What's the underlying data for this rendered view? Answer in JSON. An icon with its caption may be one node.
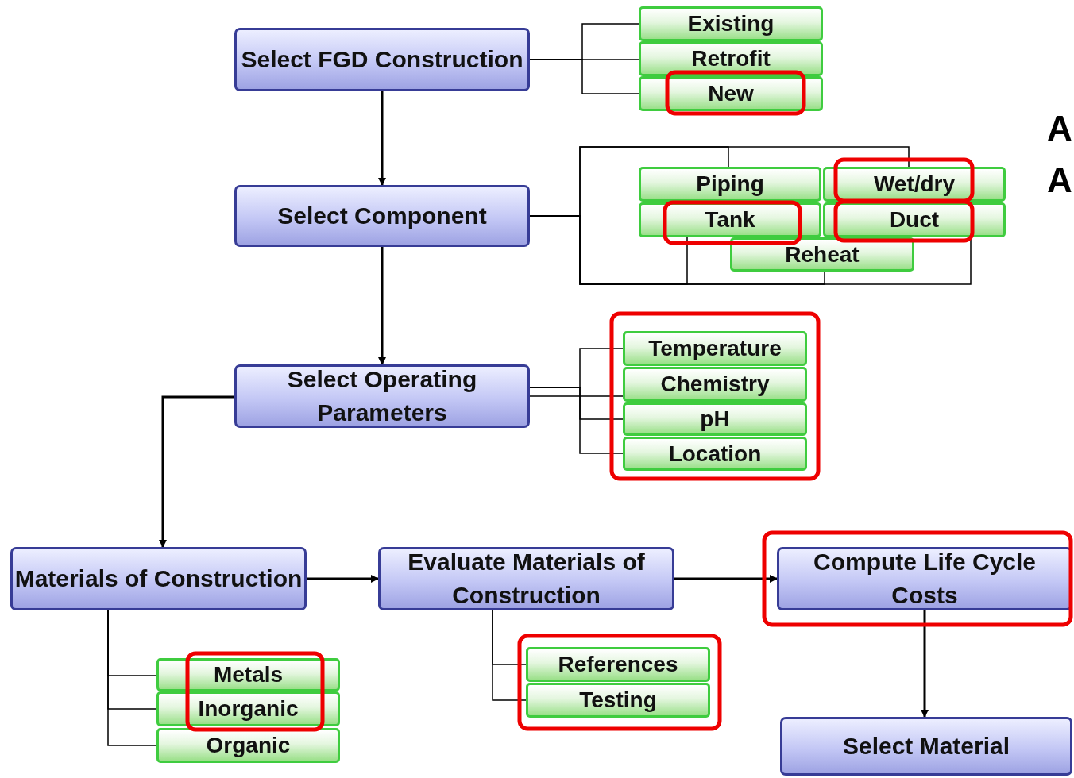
{
  "diagram": {
    "nodes": [
      {
        "text": [
          "Select FGD Construction"
        ]
      },
      {
        "text": [
          "Existing"
        ]
      },
      {
        "text": [
          "Retrofit"
        ]
      },
      {
        "text": [
          "New"
        ]
      },
      {
        "text": [
          "Select Component"
        ]
      },
      {
        "text": [
          "Piping"
        ]
      },
      {
        "text": [
          "Wet/dry"
        ]
      },
      {
        "text": [
          "Tank"
        ]
      },
      {
        "text": [
          "Duct"
        ]
      },
      {
        "text": [
          "Reheat"
        ]
      },
      {
        "text": [
          "Select Operating Parameters"
        ]
      },
      {
        "text": [
          "Temperature"
        ]
      },
      {
        "text": [
          "Chemistry"
        ]
      },
      {
        "text": [
          "pH"
        ]
      },
      {
        "text": [
          "Location"
        ]
      },
      {
        "text": [
          "Materials of Construction"
        ]
      },
      {
        "text": [
          "Evaluate Materials of Construction"
        ]
      },
      {
        "text": [
          "Compute Life Cycle Costs"
        ]
      },
      {
        "text": [
          "Metals"
        ]
      },
      {
        "text": [
          "Inorganic"
        ]
      },
      {
        "text": [
          "Organic"
        ]
      },
      {
        "text": [
          "References"
        ]
      },
      {
        "text": [
          "Testing"
        ]
      },
      {
        "text": [
          "Select Material"
        ]
      }
    ],
    "edges": [
      {
        "from": 0,
        "to": 4,
        "arrow": "to"
      },
      {
        "from": 0,
        "to": 1,
        "arrow": "none"
      },
      {
        "from": 0,
        "to": 2,
        "arrow": "none"
      },
      {
        "from": 0,
        "to": 3,
        "arrow": "none"
      },
      {
        "from": 4,
        "to": 10,
        "arrow": "to"
      },
      {
        "from": 4,
        "to": 5,
        "arrow": "none"
      },
      {
        "from": 4,
        "to": 6,
        "arrow": "none"
      },
      {
        "from": 4,
        "to": 7,
        "arrow": "none"
      },
      {
        "from": 4,
        "to": 8,
        "arrow": "none"
      },
      {
        "from": 4,
        "to": 9,
        "arrow": "none"
      },
      {
        "from": 10,
        "to": 11,
        "arrow": "none"
      },
      {
        "from": 10,
        "to": 12,
        "arrow": "none"
      },
      {
        "from": 10,
        "to": 13,
        "arrow": "none"
      },
      {
        "from": 10,
        "to": 14,
        "arrow": "none"
      },
      {
        "from": 10,
        "to": 15,
        "arrow": "to"
      },
      {
        "from": 15,
        "to": 16,
        "arrow": "to"
      },
      {
        "from": 16,
        "to": 17,
        "arrow": "to"
      },
      {
        "from": 17,
        "to": 23,
        "arrow": "to"
      },
      {
        "from": 15,
        "to": 18,
        "arrow": "none"
      },
      {
        "from": 15,
        "to": 19,
        "arrow": "none"
      },
      {
        "from": 15,
        "to": 20,
        "arrow": "none"
      },
      {
        "from": 16,
        "to": 21,
        "arrow": "none"
      },
      {
        "from": 16,
        "to": 22,
        "arrow": "none"
      }
    ],
    "labels": [
      "A",
      "A"
    ]
  }
}
